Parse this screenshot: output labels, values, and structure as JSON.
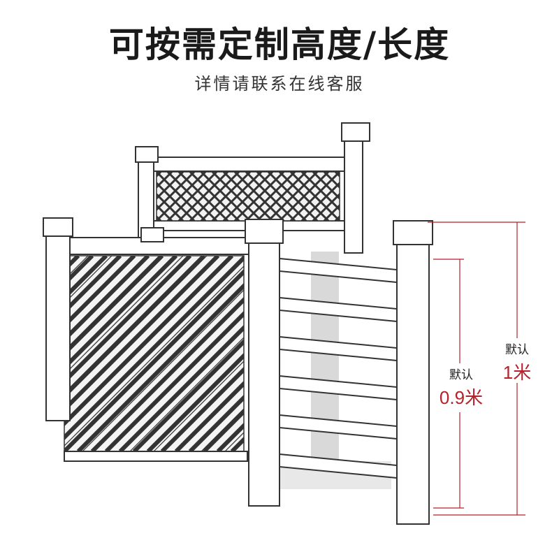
{
  "header": {
    "title": "可按需定制高度/长度",
    "subtitle": "详情请联系在线客服"
  },
  "dimensions": {
    "short": {
      "caption": "默认",
      "value": "0.9米"
    },
    "tall": {
      "caption": "默认",
      "value": "1米"
    }
  },
  "colors": {
    "dimension_line": "#b5222b",
    "outline": "#333333",
    "fill": "#ffffff",
    "shadow": "#c8c8c8"
  }
}
